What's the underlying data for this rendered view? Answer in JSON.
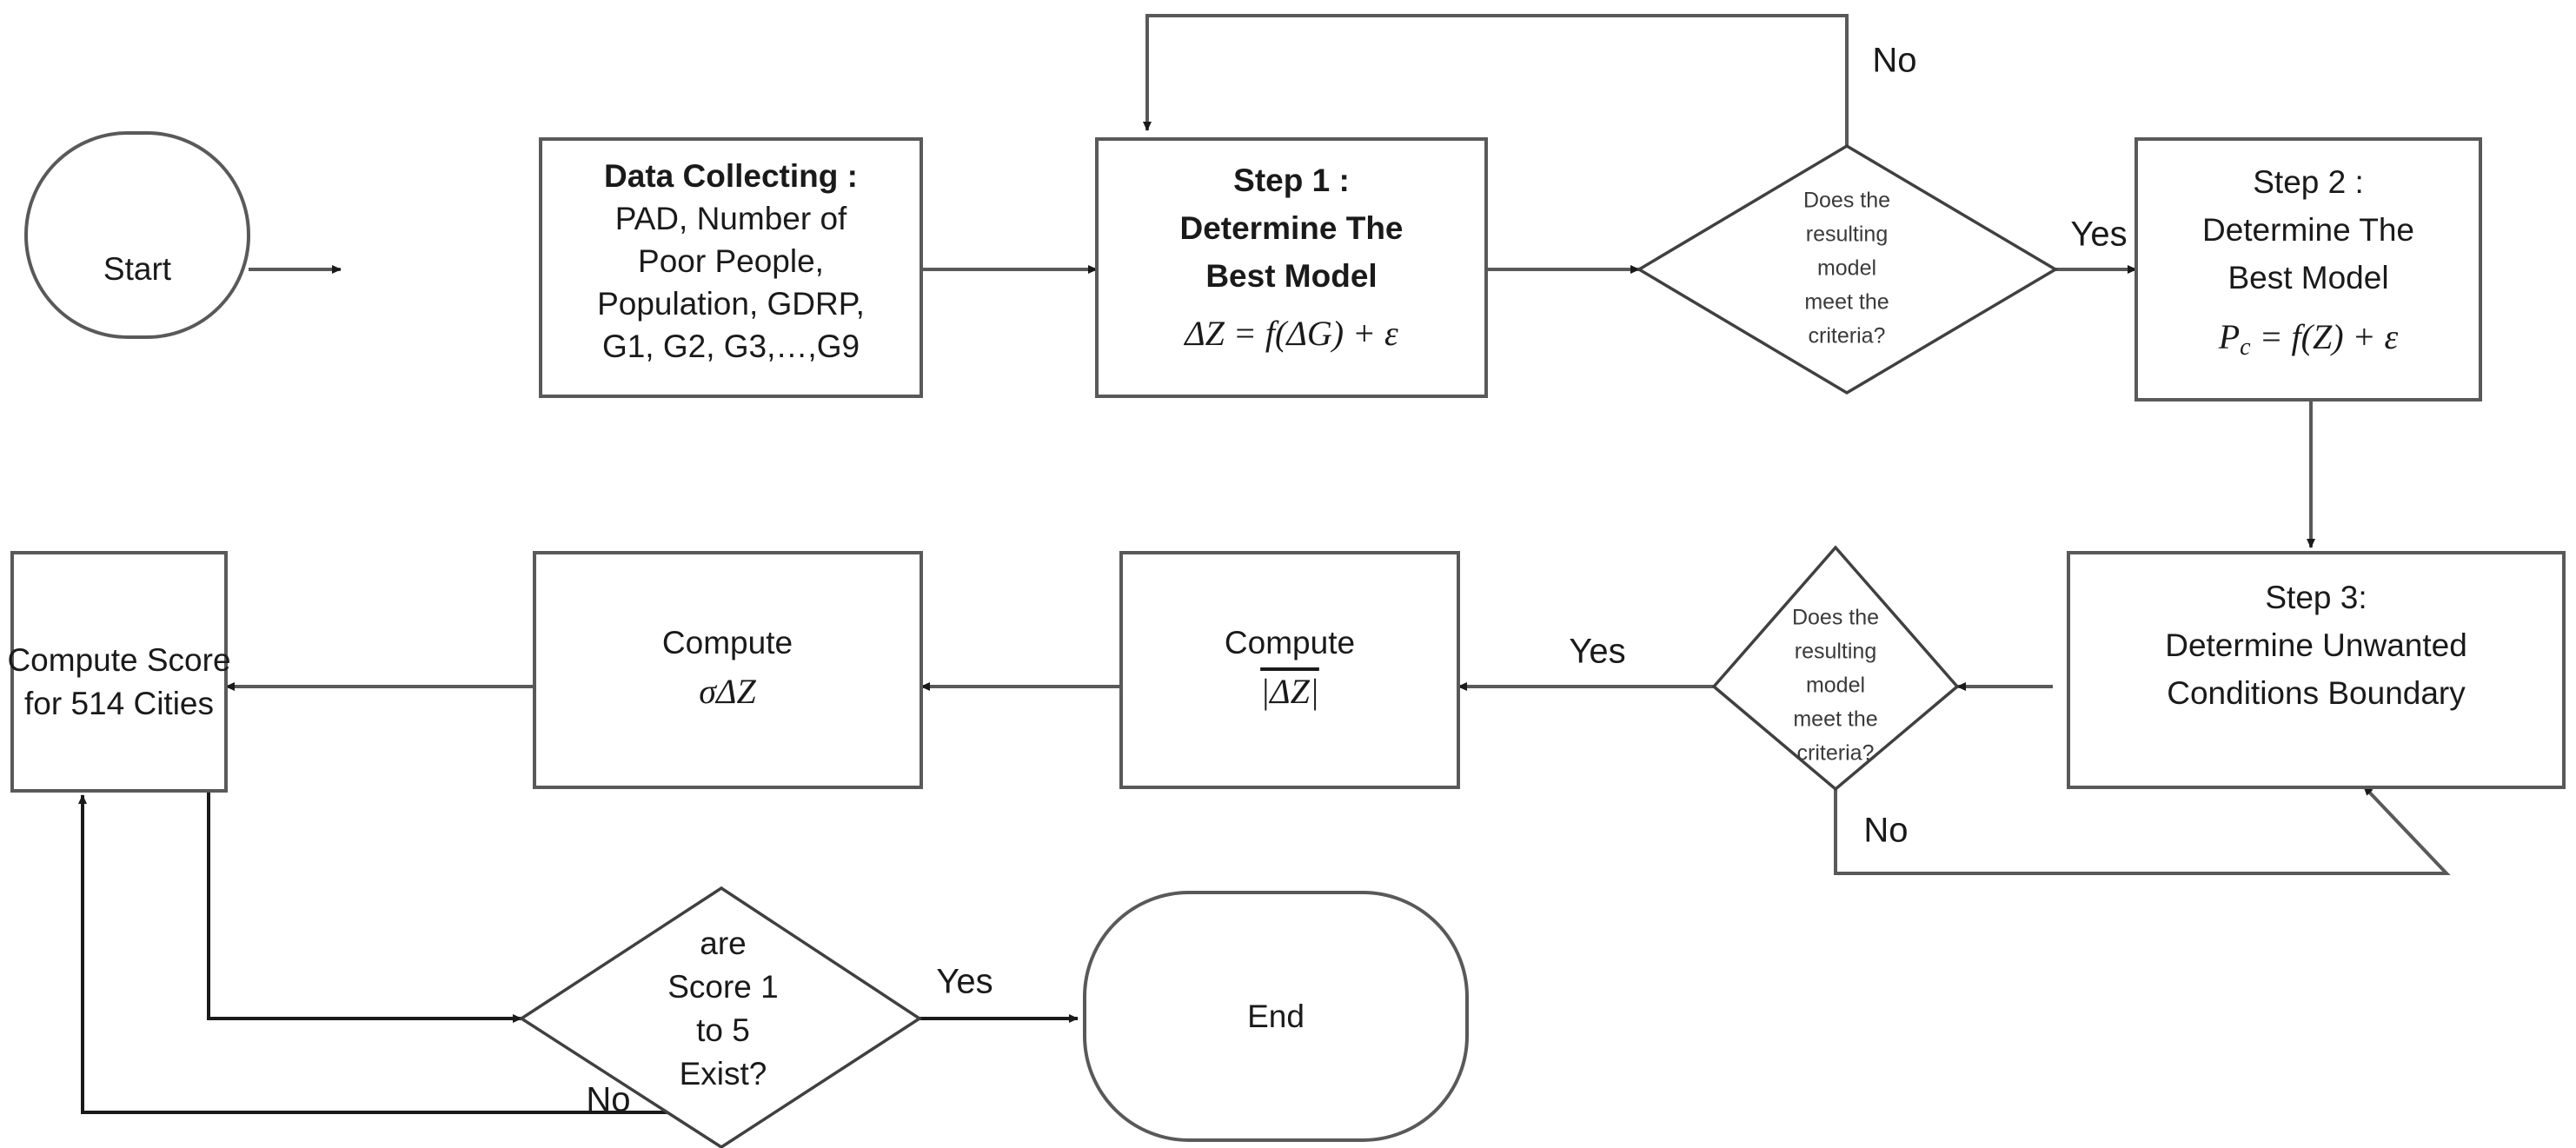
{
  "diagram": {
    "type": "flowchart",
    "title": "Research Methodology Flowchart",
    "nodes": {
      "start": {
        "label": "Start",
        "shape": "terminator"
      },
      "data_collecting": {
        "title": "Data Collecting :",
        "line1": "PAD, Number of",
        "line2": "Poor People,",
        "line3": "Population, GDRP,",
        "line4": "G1, G2, G3,…,G9",
        "shape": "process"
      },
      "step1": {
        "title": "Step 1 :",
        "line1": "Determine The",
        "line2": "Best Model",
        "formula": "ΔZ = f(ΔG) + ε",
        "shape": "process"
      },
      "decision1": {
        "line1": "Does the",
        "line2": "resulting",
        "line3": "model",
        "line4": "meet the",
        "line5": "criteria?",
        "shape": "decision"
      },
      "step2": {
        "title": "Step 2 :",
        "line1": "Determine The",
        "line2": "Best Model",
        "formula_main": "P",
        "formula_sub": "c",
        "formula_rest": " = f(Z) + ε",
        "shape": "process"
      },
      "step3": {
        "title": "Step 3:",
        "line1": "Determine Unwanted",
        "line2": "Conditions Boundary",
        "shape": "process"
      },
      "decision2": {
        "line1": "Does the",
        "line2": "resulting",
        "line3": "model",
        "line4": "meet the",
        "line5": "criteria?",
        "shape": "decision"
      },
      "compute_absdz": {
        "line1": "Compute",
        "formula": "|ΔZ|",
        "shape": "process"
      },
      "compute_sigma": {
        "line1": "Compute",
        "formula": "σΔZ",
        "shape": "process"
      },
      "compute_score": {
        "line1": "Compute Score",
        "line2": "for 514 Cities",
        "shape": "process"
      },
      "decision3": {
        "line1": "are",
        "line2": "Score 1",
        "line3": "to 5",
        "line4": "Exist?",
        "shape": "decision"
      },
      "end": {
        "label": "End",
        "shape": "terminator"
      }
    },
    "edge_labels": {
      "d1_no": "No",
      "d1_yes": "Yes",
      "d2_yes": "Yes",
      "d2_no": "No",
      "d3_yes": "Yes",
      "d3_no": "No"
    },
    "colors": {
      "background": "#ffffff",
      "shape_stroke": "#595959",
      "diamond_stroke": "#404040",
      "text": "#1a1a1a",
      "small_text": "#3a3a3a",
      "connector": "#595959"
    }
  }
}
